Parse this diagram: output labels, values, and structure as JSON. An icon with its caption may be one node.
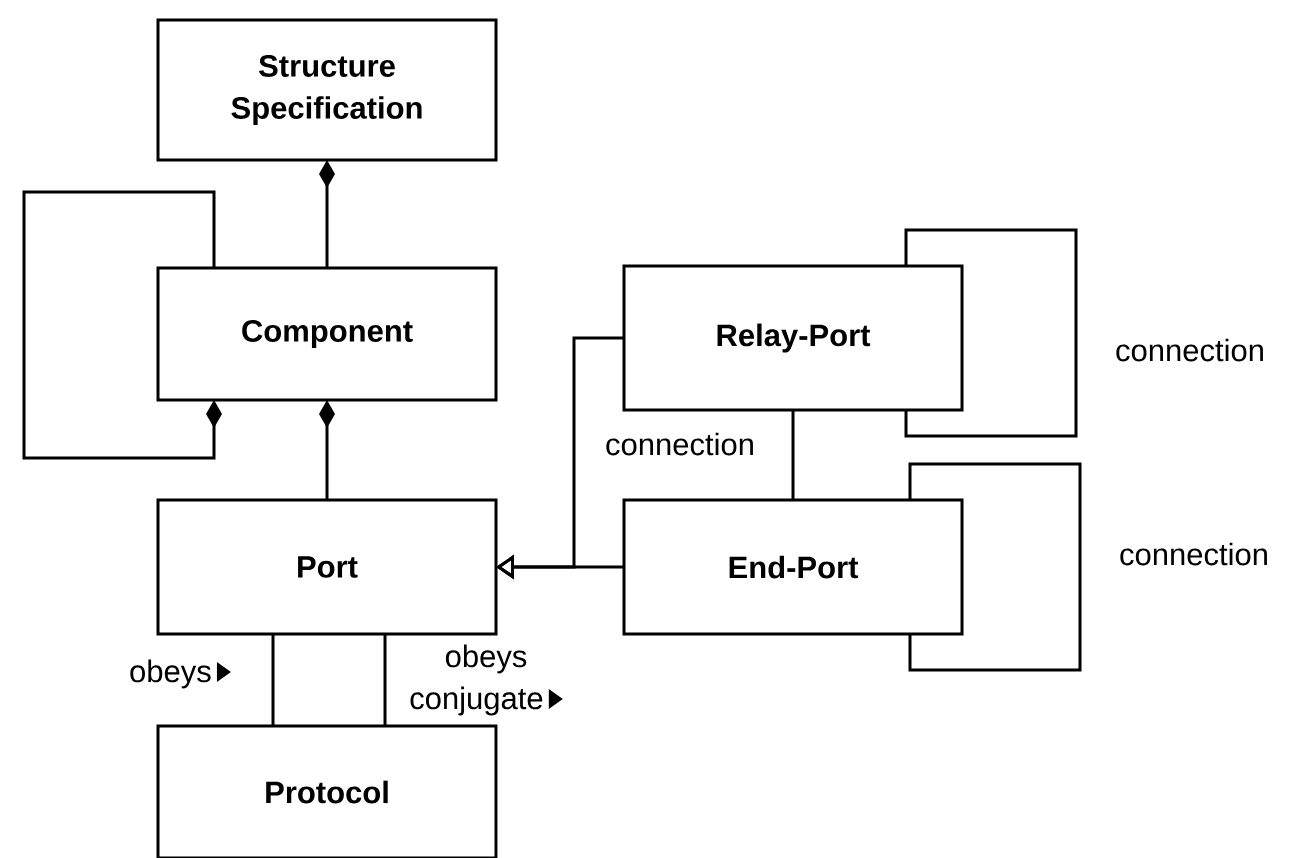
{
  "diagram": {
    "nodes": [
      {
        "text": [
          "Structure Specification"
        ]
      },
      {
        "text": [
          "Component"
        ]
      },
      {
        "text": [
          "Relay-Port"
        ]
      },
      {
        "text": [
          "Port"
        ]
      },
      {
        "text": [
          "End-Port"
        ]
      },
      {
        "text": [
          "Protocol"
        ]
      }
    ],
    "edges": [
      {
        "from": 1,
        "to": 0,
        "arrow": "other"
      },
      {
        "from": 1,
        "to": 1,
        "arrow": "other"
      },
      {
        "from": 3,
        "to": 1,
        "arrow": "other"
      },
      {
        "from": 2,
        "to": 3,
        "arrow": "to"
      },
      {
        "from": 4,
        "to": 3,
        "arrow": "to"
      },
      {
        "from": 2,
        "to": 4,
        "arrow": "none",
        "label": "connection"
      },
      {
        "from": 2,
        "to": 2,
        "arrow": "none",
        "label": "connection"
      },
      {
        "from": 4,
        "to": 4,
        "arrow": "none",
        "label": "connection"
      },
      {
        "from": 3,
        "to": 5,
        "arrow": "none",
        "label": "obeys"
      },
      {
        "from": 3,
        "to": 5,
        "arrow": "none",
        "label": "obeys conjugate"
      }
    ]
  }
}
